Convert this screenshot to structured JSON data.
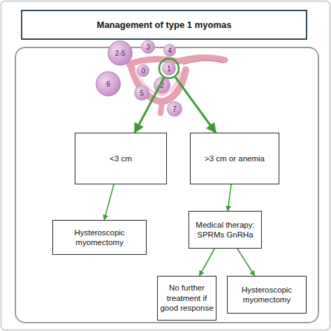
{
  "diagram": {
    "title": "Management of type 1 myomas",
    "nodes": [
      {
        "text": [
          "3"
        ]
      },
      {
        "text": [
          "4"
        ]
      },
      {
        "text": [
          "2-5"
        ]
      },
      {
        "text": [
          "1"
        ]
      },
      {
        "text": [
          "0"
        ]
      },
      {
        "text": [
          "6"
        ]
      },
      {
        "text": [
          "2"
        ]
      },
      {
        "text": [
          "5"
        ]
      },
      {
        "text": [
          "7"
        ]
      },
      {
        "text": [
          "<3 cm"
        ]
      },
      {
        "text": [
          ">3 cm or anemia"
        ]
      },
      {
        "text": [
          "Hysteroscopic myomectomy"
        ]
      },
      {
        "text": [
          "Medical therapy: SPRMs GnRHa"
        ]
      },
      {
        "text": [
          "No further treatment if good response"
        ]
      },
      {
        "text": [
          "Hysteroscopic myomectomy"
        ]
      }
    ],
    "edges": [
      {
        "from": 3,
        "to": 9,
        "arrow": "to"
      },
      {
        "from": 3,
        "to": 10,
        "arrow": "to"
      },
      {
        "from": 9,
        "to": 11,
        "arrow": "to"
      },
      {
        "from": 10,
        "to": 12,
        "arrow": "to"
      },
      {
        "from": 12,
        "to": 13,
        "arrow": "to"
      },
      {
        "from": 12,
        "to": 14,
        "arrow": "to"
      }
    ]
  }
}
